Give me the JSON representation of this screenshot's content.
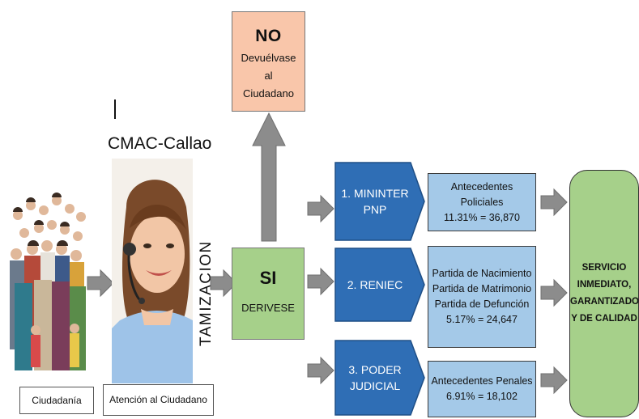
{
  "no_box": {
    "title": "NO",
    "line1": "Devuélvase al",
    "line2": "Ciudadano"
  },
  "cmac_label": "CMAC-Callao",
  "captions": {
    "ciudadania": "Ciudadanía",
    "atencion": "Atención al Ciudadano"
  },
  "tamizacion": "TAMIZACION",
  "si_box": {
    "title": "SI",
    "subtitle": "DERIVESE"
  },
  "entities": [
    {
      "line1": "1.  MININTER",
      "line2": "PNP"
    },
    {
      "line1": "2.  RENIEC",
      "line2": ""
    },
    {
      "line1": "3.  PODER",
      "line2": "JUDICIAL"
    }
  ],
  "records": [
    {
      "lines": [
        "Antecedentes Policiales"
      ],
      "stat": "11.31% = 36,870"
    },
    {
      "lines": [
        "Partida de Nacimiento",
        "Partida de Matrimonio",
        "Partida de Defunción"
      ],
      "stat": "5.17% = 24,647"
    },
    {
      "lines": [
        "Antecedentes Penales"
      ],
      "stat": "6.91% = 18,102"
    }
  ],
  "final_box": {
    "line1": "SERVICIO",
    "line2": "INMEDIATO,",
    "line3": "GARANTIZADO",
    "line4": "Y DE CALIDAD"
  },
  "colors": {
    "peach": "#f9c6aa",
    "green": "#a6d08a",
    "dark_blue": "#2f6eb5",
    "light_blue": "#a4c9e8",
    "arrow_gray": "#8c8c8c"
  }
}
